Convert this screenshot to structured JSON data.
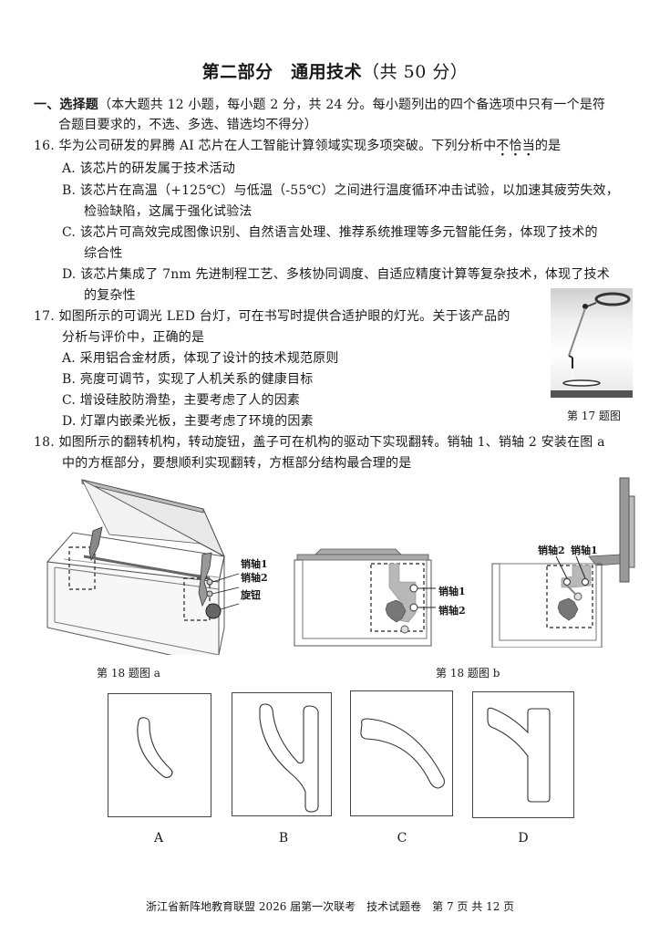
{
  "section_title": {
    "main": "第二部分　通用技术",
    "score": "（共 50 分）"
  },
  "part_one": {
    "heading": "一、选择题",
    "instructions_line1": "（本大题共 12 小题，每小题 2 分，共 24 分。每小题列出的四个备选项中只有一个是符",
    "instructions_line2": "合题目要求的，不选、多选、错选均不得分）"
  },
  "questions": [
    {
      "number": "16.",
      "stem_prefix": "华为公司研发的昇腾 AI 芯片在人工智能计算领域实现多项突破。下列分析中",
      "stem_emph": [
        "不",
        "恰",
        "当"
      ],
      "stem_suffix": "的是",
      "options": [
        {
          "label": "A.",
          "lines": [
            "该芯片的研发属于技术活动"
          ]
        },
        {
          "label": "B.",
          "lines": [
            "该芯片在高温（+125℃）与低温（-55℃）之间进行温度循环冲击试验，以加速其疲劳失效，",
            "检验缺陷，这属于强化试验法"
          ]
        },
        {
          "label": "C.",
          "lines": [
            "该芯片可高效完成图像识别、自然语言处理、推荐系统推理等多元智能任务，体现了技术的",
            "综合性"
          ]
        },
        {
          "label": "D.",
          "lines": [
            "该芯片集成了 7nm 先进制程工艺、多核协同调度、自适应精度计算等复杂技术，体现了技术",
            "的复杂性"
          ]
        }
      ]
    },
    {
      "number": "17.",
      "stem_lines": [
        "如图所示的可调光 LED 台灯，可在书写时提供合适护眼的灯光。关于该产品的",
        "分析与评价中，正确的是"
      ],
      "options": [
        {
          "label": "A.",
          "lines": [
            "采用铝合金材质，体现了设计的技术规范原则"
          ]
        },
        {
          "label": "B.",
          "lines": [
            "亮度可调节，实现了人机关系的健康目标"
          ]
        },
        {
          "label": "C.",
          "lines": [
            "增设硅胶防滑垫，主要考虑了人的因素"
          ]
        },
        {
          "label": "D.",
          "lines": [
            "灯罩内嵌柔光板，主要考虑了环境的因素"
          ]
        }
      ],
      "figure_caption": "第 17 题图"
    },
    {
      "number": "18.",
      "stem_lines": [
        "如图所示的翻转机构，转动旋钮，盖子可在机构的驱动下实现翻转。销轴 1、销轴 2 安装在图 a",
        "中的方框部分，要想顺利实现翻转，方框部分结构最合理的是"
      ],
      "figure_a": {
        "caption": "第 18 题图 a",
        "labels": [
          "销轴1",
          "销轴2",
          "旋钮"
        ]
      },
      "figure_b": {
        "caption": "第 18 题图 b",
        "left_labels": [
          "销轴1",
          "销轴2"
        ],
        "right_labels": [
          "销轴2",
          "销轴1"
        ]
      },
      "choices": [
        "A",
        "B",
        "C",
        "D"
      ]
    }
  ],
  "footer": {
    "text": "浙江省新阵地教育联盟 2026 届第一次联考　技术试题卷　第 7 页 共 12 页"
  }
}
